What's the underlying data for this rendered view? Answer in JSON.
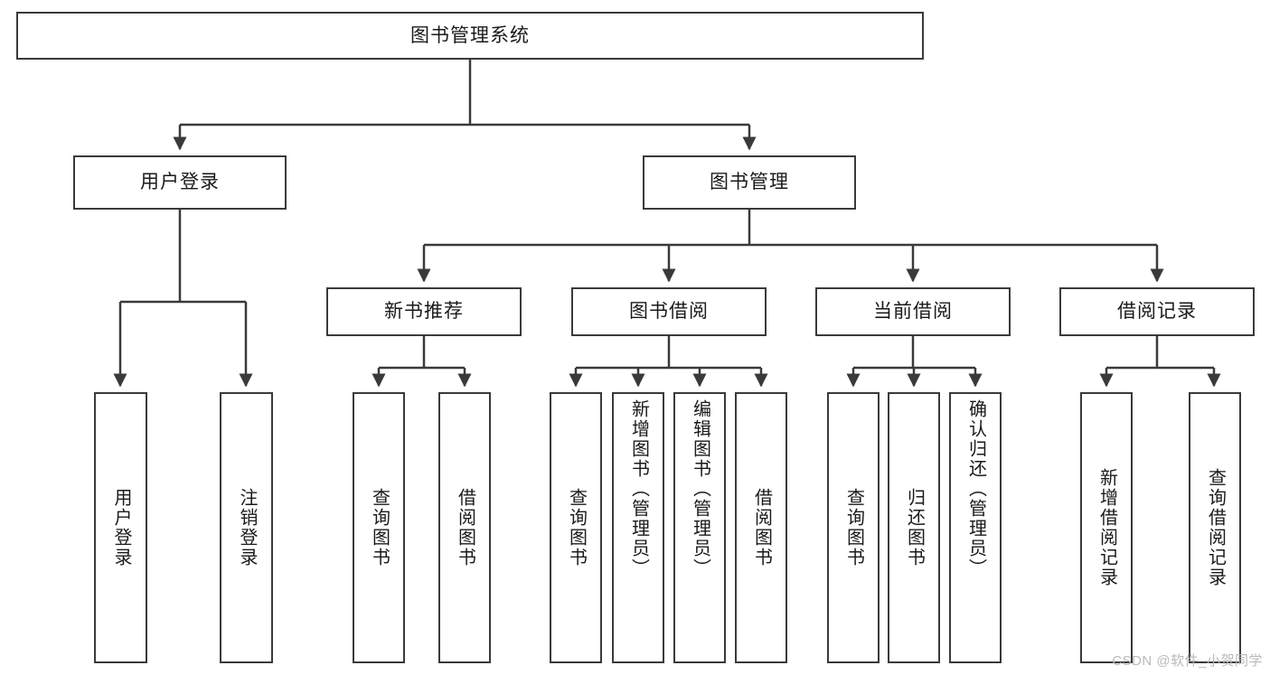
{
  "diagram": {
    "type": "tree-hierarchy",
    "title": "图书管理系统",
    "watermark": "CSDN @软件_小贺同学",
    "colors": {
      "box_border": "#3a3a3a",
      "box_fill": "#ffffff",
      "edge": "#3a3a3a",
      "text": "#1a1a1a",
      "watermark": "#b9b9b9"
    },
    "nodes": {
      "root": {
        "label": "图书管理系统"
      },
      "level2": [
        {
          "id": "user-login",
          "label": "用户登录"
        },
        {
          "id": "book-manage",
          "label": "图书管理"
        }
      ],
      "level3": [
        {
          "id": "new-book-recommend",
          "label": "新书推荐"
        },
        {
          "id": "book-borrow",
          "label": "图书借阅"
        },
        {
          "id": "current-borrow",
          "label": "当前借阅"
        },
        {
          "id": "borrow-record",
          "label": "借阅记录"
        }
      ],
      "leaves": {
        "user_login": [
          {
            "id": "leaf-user-login",
            "label": "用户登录"
          },
          {
            "id": "leaf-logout-login",
            "label": "注销登录"
          }
        ],
        "new_book_recommend": [
          {
            "id": "leaf-query-book-1",
            "label": "查询图书"
          },
          {
            "id": "leaf-borrow-book-1",
            "label": "借阅图书"
          }
        ],
        "book_borrow": [
          {
            "id": "leaf-query-book-2",
            "label": "查询图书"
          },
          {
            "id": "leaf-add-book",
            "label": "新增图书（管理员）"
          },
          {
            "id": "leaf-edit-book",
            "label": "编辑图书（管理员）"
          },
          {
            "id": "leaf-borrow-book-2",
            "label": "借阅图书"
          }
        ],
        "current_borrow": [
          {
            "id": "leaf-query-book-3",
            "label": "查询图书"
          },
          {
            "id": "leaf-return-book",
            "label": "归还图书"
          },
          {
            "id": "leaf-confirm-return",
            "label": "确认归还（管理员）"
          }
        ],
        "borrow_record": [
          {
            "id": "leaf-add-record",
            "label": "新增借阅记录"
          },
          {
            "id": "leaf-query-record",
            "label": "查询借阅记录"
          }
        ]
      }
    }
  }
}
